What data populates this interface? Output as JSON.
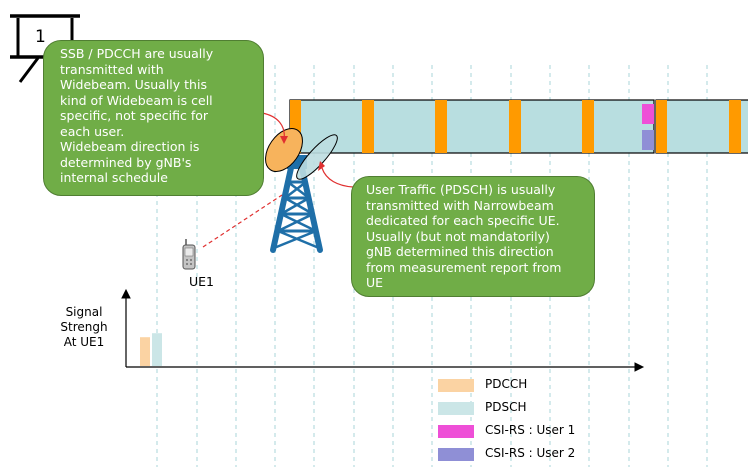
{
  "step_number": "1",
  "callouts": {
    "ssb": {
      "lines": [
        "SSB / PDCCH are usually",
        "transmitted with",
        "Widebeam. Usually this",
        "kind of Widebeam is cell",
        "specific, not specific for",
        "each user.",
        "Widebeam direction is",
        "determined by gNB's",
        "internal schedule"
      ]
    },
    "pdsch": {
      "lines": [
        "User Traffic (PDSCH) is usually",
        "transmitted with Narrowbeam",
        "dedicated for each specific UE.",
        "Usually (but not mandatorily)",
        "gNB determined this direction",
        "from measurement report from",
        "UE"
      ]
    }
  },
  "ue_label": "UE1",
  "signal_axis_label": {
    "lines": [
      "Signal",
      "Strengh",
      "At UE1"
    ]
  },
  "legend": [
    {
      "label": "PDCCH",
      "color": "#fbd3a3"
    },
    {
      "label": "PDSCH",
      "color": "#cbe6e7"
    },
    {
      "label": "CSI-RS : User 1",
      "color": "#ee4fd7"
    },
    {
      "label": "CSI-RS : User 2",
      "color": "#8f8fd6"
    }
  ],
  "colors": {
    "pdcch_slot": "#ff9a00",
    "pdsch_band": "#b8dee0",
    "csi_user1": "#ee4fd7",
    "csi_user2": "#8f8fd6",
    "wide_beam": "#f7b35c",
    "narrow_beam": "#bcdde0",
    "tower": "#1f6fa8",
    "callout_fill": "#70ad47",
    "guide_line": "#a9d6d8",
    "link_line": "#e03030"
  },
  "signal_bars": [
    {
      "channel": "PDCCH",
      "level": 0.36
    },
    {
      "channel": "PDSCH",
      "level": 0.41
    }
  ]
}
